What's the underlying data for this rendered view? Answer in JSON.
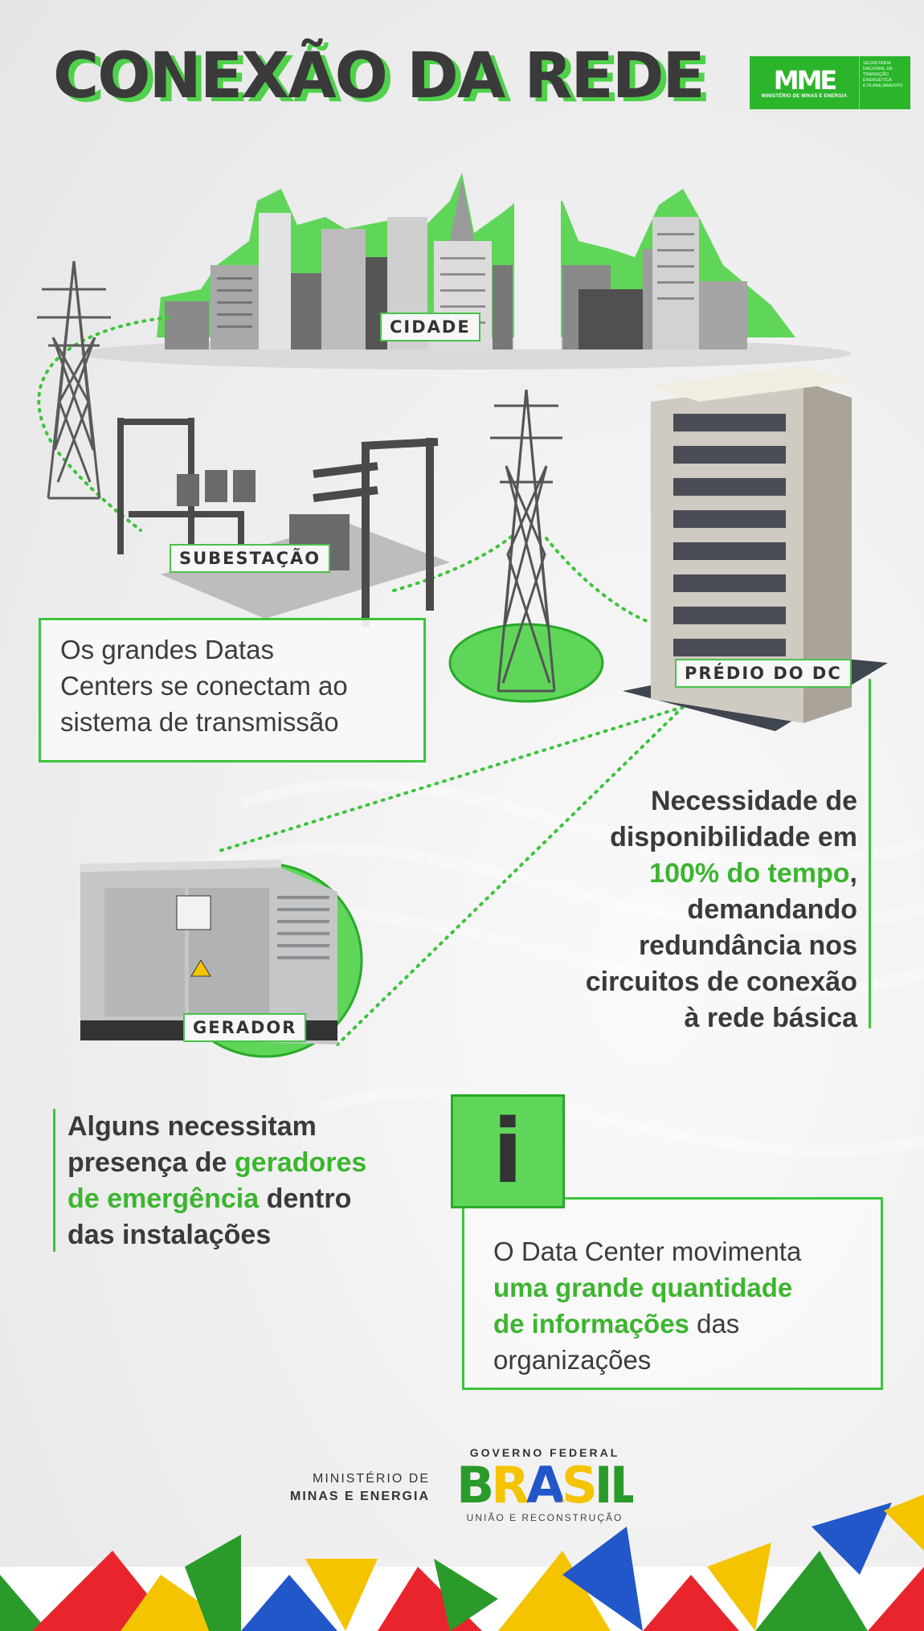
{
  "title": "CONEXÃO DA REDE",
  "logo": {
    "mark": "MME",
    "subtitle": "MINISTÉRIO DE MINAS E ENERGIA",
    "secretariat_line1": "SECRETARIA NACIONAL DE",
    "secretariat_line2": "TRANSIÇÃO ENERGÉTICA",
    "secretariat_line3": "E PLANEJAMENTO"
  },
  "labels": {
    "city": "CIDADE",
    "substation": "SUBESTAÇÃO",
    "dc_building": "PRÉDIO DO DC",
    "generator": "GERADOR"
  },
  "text_transmission": {
    "line1": "Os grandes Datas",
    "line2": "Centers se conectam ao",
    "line3": "sistema de transmissão"
  },
  "text_availability": {
    "line1": "Necessidade de",
    "line2": "disponibilidade em",
    "highlight": "100% do tempo",
    "line3_rest": ",",
    "line4": "demandando",
    "line5": "redundância nos",
    "line6": "circuitos de conexão",
    "line7": "à rede básica"
  },
  "text_generators": {
    "line1": "Alguns necessitam",
    "line2_prefix": "presença de ",
    "highlight_a": "geradores",
    "highlight_b": "de emergência",
    "line3_rest": " dentro",
    "line4": "das instalações"
  },
  "info": {
    "icon": "info-icon",
    "icon_glyph": "i",
    "line1": "O Data Center movimenta",
    "highlight_a": "uma grande quantidade",
    "highlight_b": "de informações",
    "line3_rest": " das",
    "line4": "organizações"
  },
  "footer": {
    "ministry_line1": "MINISTÉRIO DE",
    "ministry_line2": "MINAS E ENERGIA",
    "gov_top": "GOVERNO FEDERAL",
    "gov_brasil": "BRASIL",
    "gov_bottom": "UNIÃO E RECONSTRUÇÃO"
  },
  "colors": {
    "accent_green": "#3cc43c",
    "dark_text": "#3a3a3a",
    "yellow": "#f4c400",
    "blue": "#2257c9",
    "red": "#e8252c"
  }
}
